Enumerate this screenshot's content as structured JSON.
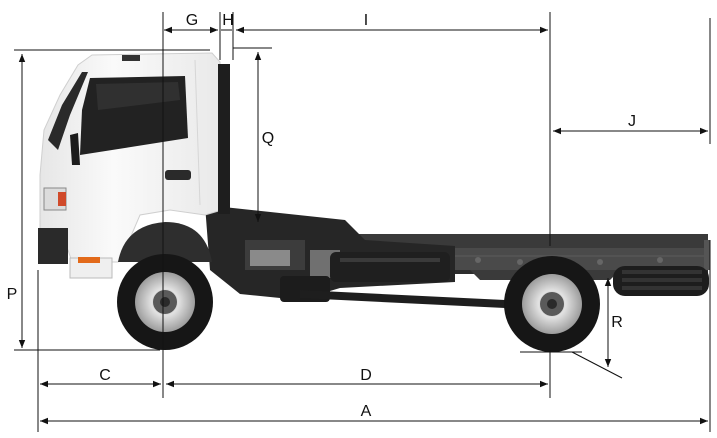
{
  "labels": {
    "a": "A",
    "c": "C",
    "d": "D",
    "g": "G",
    "h": "H",
    "i": "I",
    "j": "J",
    "p": "P",
    "q": "Q",
    "r": "R"
  },
  "colors": {
    "cab": "#f4f4f4",
    "chassis": "#2b2b2b",
    "tire": "#1a1a1a",
    "rim": "#c9c9c9",
    "glass": "#232323",
    "lines": "#111111"
  }
}
